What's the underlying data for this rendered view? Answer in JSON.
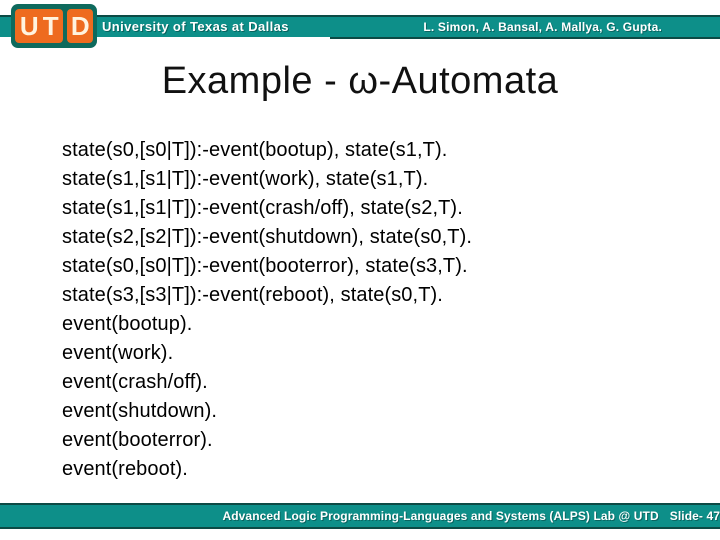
{
  "header": {
    "logo": {
      "letters": [
        "U",
        "T",
        "D"
      ]
    },
    "university": "University of Texas at Dallas",
    "authors": "L. Simon, A. Bansal, A. Mallya, G. Gupta."
  },
  "title": "Example - ω-Automata",
  "body": {
    "lines": [
      "state(s0,[s0|T]):-event(bootup), state(s1,T).",
      "state(s1,[s1|T]):-event(work), state(s1,T).",
      "state(s1,[s1|T]):-event(crash/off), state(s2,T).",
      "state(s2,[s2|T]):-event(shutdown), state(s0,T).",
      "state(s0,[s0|T]):-event(booterror), state(s3,T).",
      "state(s3,[s3|T]):-event(reboot), state(s0,T).",
      "event(bootup).",
      "event(work).",
      "event(crash/off).",
      "event(shutdown).",
      "event(booterror).",
      "event(reboot)."
    ]
  },
  "footer": {
    "lab": "Advanced Logic Programming-Languages and Systems (ALPS) Lab @ UTD",
    "slide": "Slide- 47"
  },
  "colors": {
    "teal": "#0d8f89",
    "teal_dark_border": "#0c4a45",
    "logo_background": "#0e6a5d",
    "logo_orange": "#ee6b1f",
    "logo_letter_cream": "#fff3df",
    "text_black": "#000000",
    "text_white": "#ffffff"
  }
}
